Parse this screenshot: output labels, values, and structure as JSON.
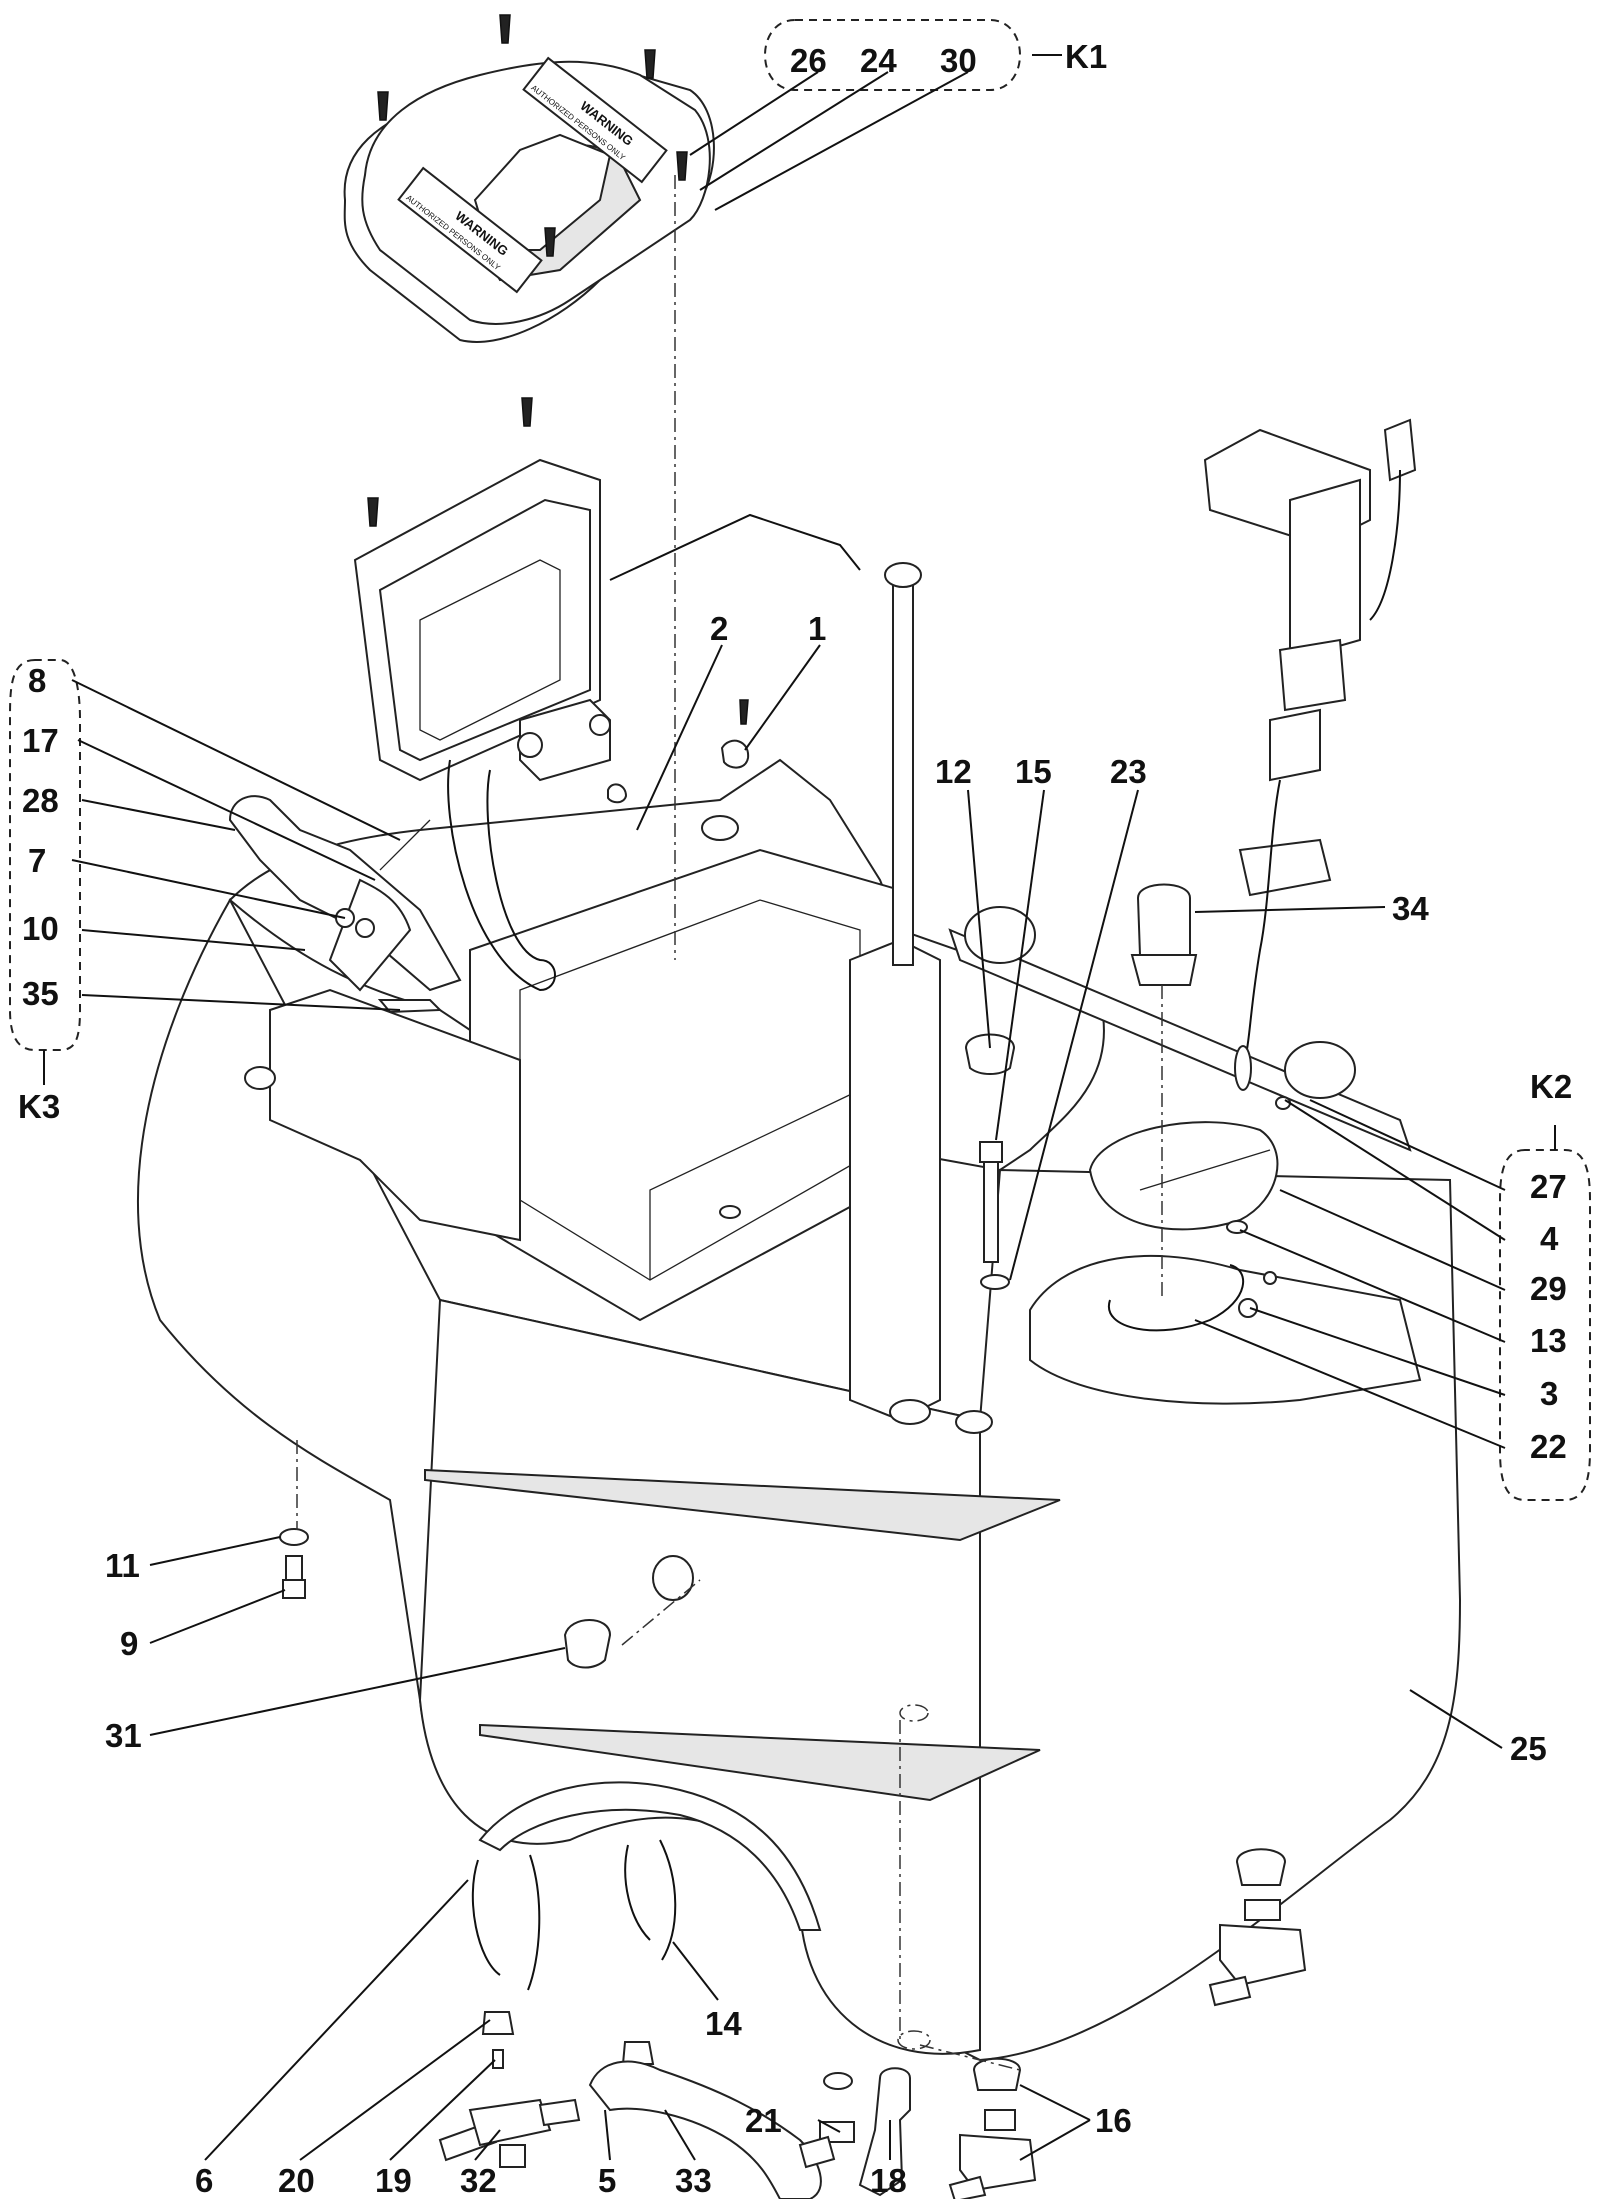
{
  "callouts": {
    "c1": "1",
    "c2": "2",
    "c3": "3",
    "c4": "4",
    "c5": "5",
    "c6": "6",
    "c7": "7",
    "c8": "8",
    "c9": "9",
    "c10": "10",
    "c11": "11",
    "c12": "12",
    "c13": "13",
    "c14": "14",
    "c15": "15",
    "c16": "16",
    "c17": "17",
    "c18": "18",
    "c19": "19",
    "c20": "20",
    "c21": "21",
    "c22": "22",
    "c23": "23",
    "c24": "24",
    "c25": "25",
    "c26": "26",
    "c27": "27",
    "c28": "28",
    "c29": "29",
    "c30": "30",
    "c31": "31",
    "c32": "32",
    "c33": "33",
    "c34": "34",
    "c35": "35"
  },
  "kits": {
    "k1": "K1",
    "k2": "K2",
    "k3": "K3"
  },
  "cover_labels": {
    "warning_1": "WARNING",
    "warning_2": "WARNING",
    "auth_1": "AUTHORIZED PERSONS ONLY",
    "auth_2": "AUTHORIZED PERSONS ONLY"
  },
  "colors": {
    "line": "#111111",
    "background": "#ffffff"
  }
}
